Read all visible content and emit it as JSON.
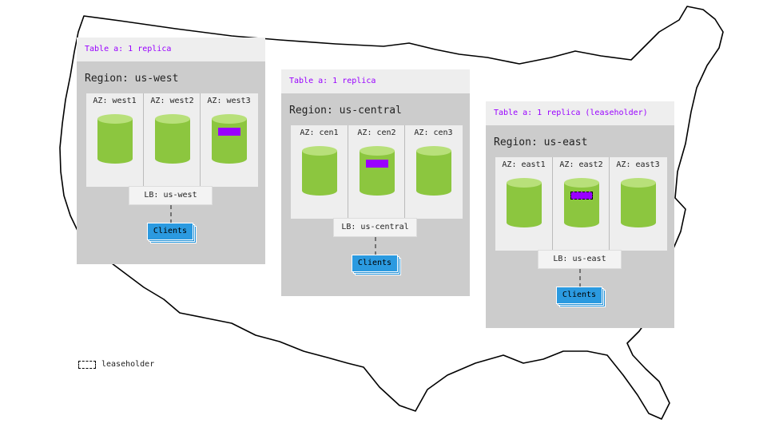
{
  "colors": {
    "region_bg": "#cccccc",
    "table_header_bg": "#eeeeee",
    "table_text": "#9900ff",
    "node_green": "#8cc63f",
    "node_top": "#b8e07a",
    "replica": "#9900ff",
    "clients": "#1f8fd6"
  },
  "regions": [
    {
      "table_label": "Table a: 1 replica",
      "title": "Region: us-west",
      "zones": [
        {
          "label": "AZ: west1",
          "replica": false,
          "leaseholder": false
        },
        {
          "label": "AZ: west2",
          "replica": false,
          "leaseholder": false
        },
        {
          "label": "AZ: west3",
          "replica": true,
          "leaseholder": false
        }
      ],
      "lb_label": "LB: us-west",
      "clients_label": "Clients"
    },
    {
      "table_label": "Table a: 1 replica",
      "title": "Region: us-central",
      "zones": [
        {
          "label": "AZ: cen1",
          "replica": false,
          "leaseholder": false
        },
        {
          "label": "AZ: cen2",
          "replica": true,
          "leaseholder": false
        },
        {
          "label": "AZ: cen3",
          "replica": false,
          "leaseholder": false
        }
      ],
      "lb_label": "LB: us-central",
      "clients_label": "Clients"
    },
    {
      "table_label": "Table a: 1 replica (leaseholder)",
      "title": "Region: us-east",
      "zones": [
        {
          "label": "AZ: east1",
          "replica": false,
          "leaseholder": false
        },
        {
          "label": "AZ: east2",
          "replica": true,
          "leaseholder": true
        },
        {
          "label": "AZ: east3",
          "replica": false,
          "leaseholder": false
        }
      ],
      "lb_label": "LB: us-east",
      "clients_label": "Clients"
    }
  ],
  "legend": {
    "label": "leaseholder"
  }
}
